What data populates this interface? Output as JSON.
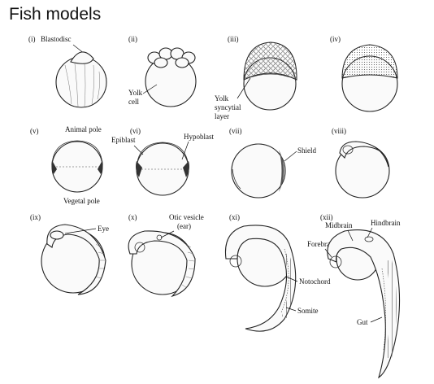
{
  "title": "Fish models",
  "panels": [
    {
      "id": "i",
      "numeral": "(i)",
      "labels": [
        "Blastodisc"
      ]
    },
    {
      "id": "ii",
      "numeral": "(ii)",
      "labels": [
        "Yolk",
        "cell"
      ]
    },
    {
      "id": "iii",
      "numeral": "(iii)",
      "labels": [
        "Yolk",
        "syncytial",
        "layer"
      ]
    },
    {
      "id": "iv",
      "numeral": "(iv)",
      "labels": []
    },
    {
      "id": "v",
      "numeral": "(v)",
      "labels": [
        "Animal pole",
        "Vegetal pole"
      ]
    },
    {
      "id": "vi",
      "numeral": "(vi)",
      "labels": [
        "Epiblast",
        "Hypoblast"
      ]
    },
    {
      "id": "vii",
      "numeral": "(vii)",
      "labels": [
        "Shield"
      ]
    },
    {
      "id": "viii",
      "numeral": "(viii)",
      "labels": []
    },
    {
      "id": "ix",
      "numeral": "(ix)",
      "labels": [
        "Eye"
      ]
    },
    {
      "id": "x",
      "numeral": "(x)",
      "labels": [
        "Otic vesicle",
        "(ear)"
      ]
    },
    {
      "id": "xi",
      "numeral": "(xi)",
      "labels": [
        "Notochord",
        "Somite"
      ]
    },
    {
      "id": "xii",
      "numeral": "(xii)",
      "labels": [
        "Midbrain",
        "Hindbrain",
        "Forebrain",
        "Gut"
      ]
    }
  ]
}
